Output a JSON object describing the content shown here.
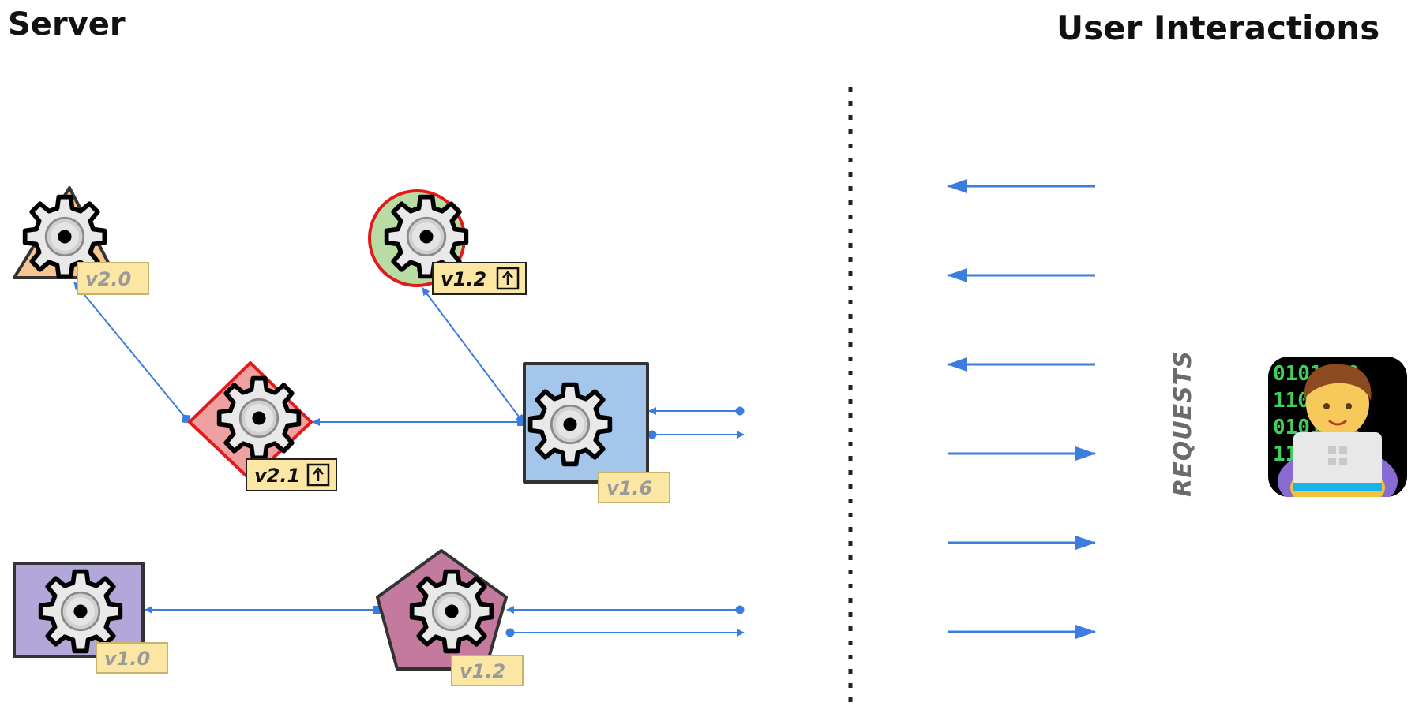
{
  "headings": {
    "server": "Server",
    "user_interactions": "User Interactions"
  },
  "requests_label": "REQUESTS",
  "services": [
    {
      "id": "triangle",
      "shape": "triangle",
      "fill": "#f7c690",
      "stroke": "#333333",
      "version": "v2.0",
      "upgrade": false
    },
    {
      "id": "circle",
      "shape": "circle",
      "fill": "#b8dca4",
      "stroke": "#e01b1b",
      "version": "v1.2",
      "upgrade": true
    },
    {
      "id": "diamond",
      "shape": "diamond",
      "fill": "#f0a0a0",
      "stroke": "#e01b1b",
      "version": "v2.1",
      "upgrade": true
    },
    {
      "id": "blue-square",
      "shape": "square",
      "fill": "#a3c6ea",
      "stroke": "#333333",
      "version": "v1.6",
      "upgrade": false
    },
    {
      "id": "purple-rect",
      "shape": "rect",
      "fill": "#b3a6d8",
      "stroke": "#333333",
      "version": "v1.0",
      "upgrade": false
    },
    {
      "id": "pentagon",
      "shape": "pentagon",
      "fill": "#c47a9e",
      "stroke": "#333333",
      "version": "v1.2",
      "upgrade": false
    }
  ],
  "user_arrows": {
    "incoming_count": 3,
    "outgoing_count": 3
  },
  "colors": {
    "connector": "#3b7ddd",
    "label_bg": "#fce6a4",
    "divider": "#222222"
  },
  "icons": {
    "gear": "gear-icon",
    "upgrade": "upgrade-arrow-icon",
    "user": "developer-avatar-icon"
  },
  "avatar": {
    "binary_rows": [
      "0101010",
      "1101011",
      "0101101",
      "1101010"
    ]
  }
}
